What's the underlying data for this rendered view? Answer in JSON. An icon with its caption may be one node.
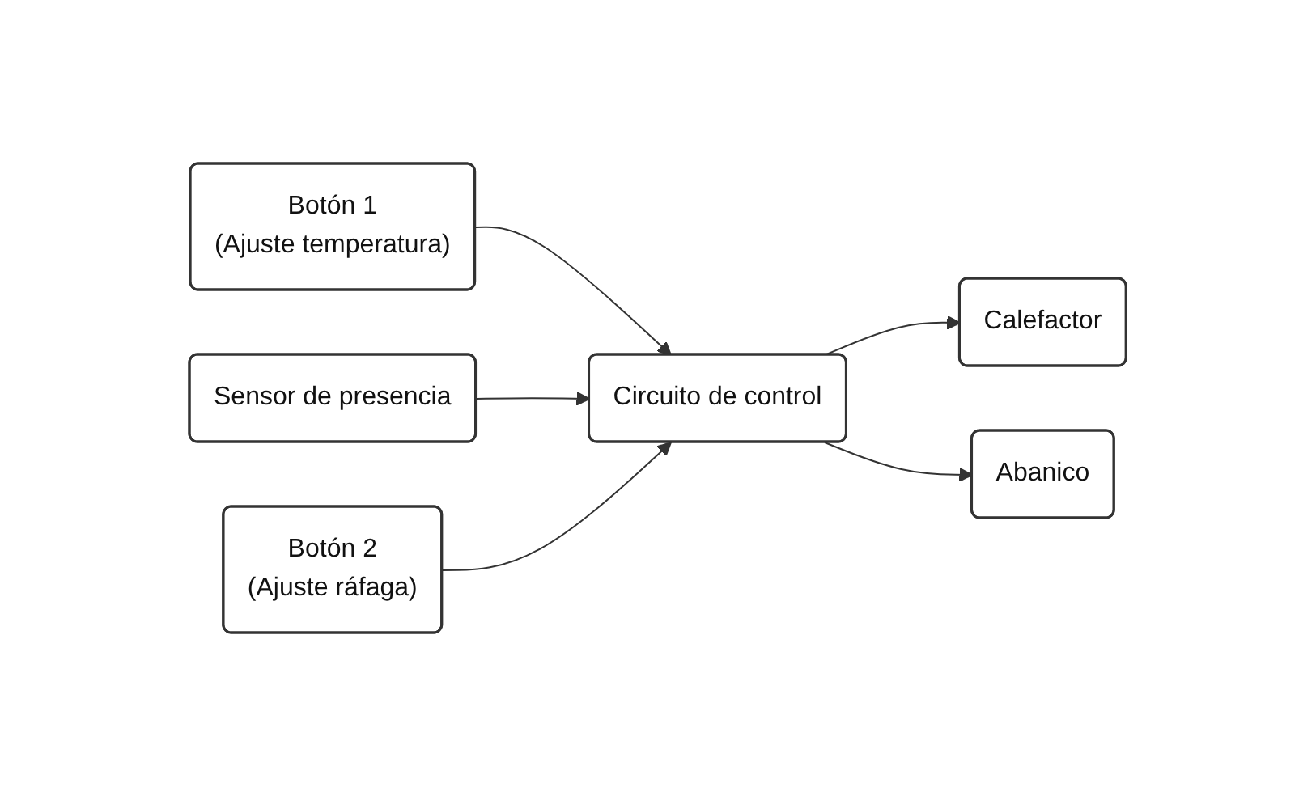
{
  "diagram": {
    "nodes": [
      {
        "text": [
          "Botón 1",
          "(Ajuste temperatura)"
        ]
      },
      {
        "text": [
          "Sensor de presencia"
        ]
      },
      {
        "text": [
          "Botón 2",
          "(Ajuste ráfaga)"
        ]
      },
      {
        "text": [
          "Circuito de control"
        ]
      },
      {
        "text": [
          "Calefactor"
        ]
      },
      {
        "text": [
          "Abanico"
        ]
      }
    ],
    "edges": [
      {
        "from": 0,
        "to": 3,
        "arrow": "to"
      },
      {
        "from": 1,
        "to": 3,
        "arrow": "to"
      },
      {
        "from": 2,
        "to": 3,
        "arrow": "to"
      },
      {
        "from": 3,
        "to": 4,
        "arrow": "to"
      },
      {
        "from": 3,
        "to": 5,
        "arrow": "to"
      }
    ]
  }
}
